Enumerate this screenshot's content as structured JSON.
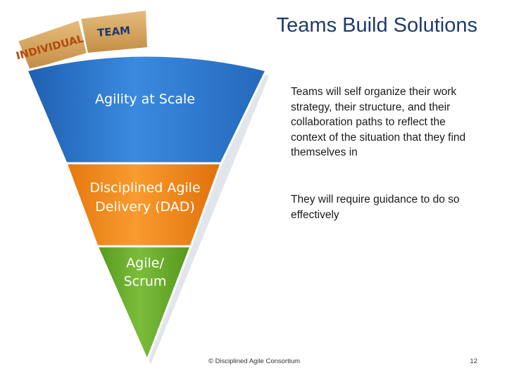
{
  "title": "Teams Build Solutions",
  "diagram": {
    "tabs": {
      "individual": "INDIVIDUAL",
      "team": "TEAM"
    },
    "segments": {
      "agility_at_scale": "Agility at Scale",
      "dad_line1": "Disciplined Agile",
      "dad_line2": "Delivery (DAD)",
      "agile_line1": "Agile/",
      "agile_line2": "Scrum"
    },
    "colors": {
      "blue": "#2f7bd0",
      "orange": "#f08a1c",
      "green": "#68ac2e",
      "tan": "#d4a35c"
    }
  },
  "paragraphs": [
    "Teams will self organize their work strategy, their structure, and their collaboration paths to reflect the context of the situation that they find themselves in",
    "They will require guidance to do so effectively"
  ],
  "footer": "© Disciplined Agile Consortium",
  "page_number": "12"
}
